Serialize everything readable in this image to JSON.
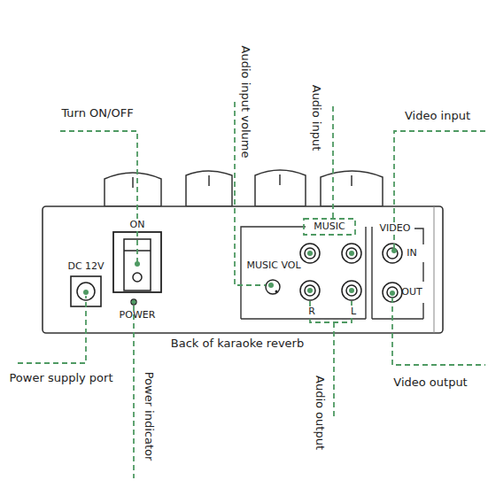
{
  "diagram": {
    "caption": "Back of karaoke reverb",
    "labels": [
      "Audio input volume",
      "Audio input",
      "Turn ON/OFF",
      "Video input",
      "ON",
      "MUSIC",
      "VIDEO",
      "DC 12V",
      "MUSIC VOL",
      "IN",
      "OUT",
      "POWER",
      "R",
      "L",
      "Power supply port",
      "Power indicator",
      "Audio output",
      "Video output"
    ]
  }
}
